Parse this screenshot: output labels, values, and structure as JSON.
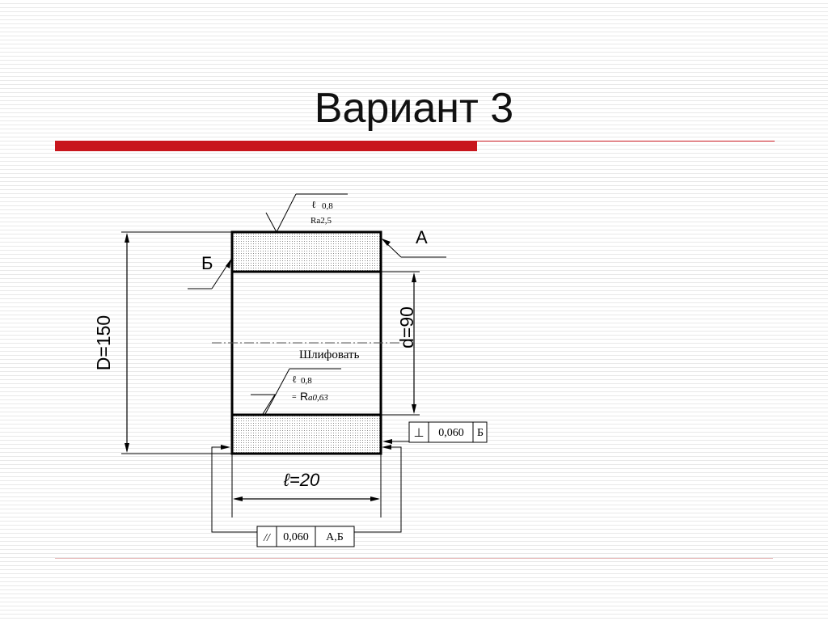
{
  "slide": {
    "title": "Вариант 3"
  },
  "drawing": {
    "labels": {
      "A": "А",
      "B": "Б",
      "D": "D=150",
      "d": "d=90",
      "l": "ℓ=20"
    },
    "note": "Шлифовать",
    "roughness_top": {
      "sym": "ℓ",
      "value": "0,8",
      "ra": "Ra2,5"
    },
    "roughness_inner": {
      "sym": "ℓ",
      "value": "0,8",
      "prefix": "=",
      "r": "R",
      "ra": "a0,63"
    },
    "tolerances": {
      "perpendicularity": {
        "symbol": "⊥",
        "value": "0,060",
        "datum": "Б"
      },
      "parallelism": {
        "symbol": "//",
        "value": "0,060",
        "datum": "А,Б"
      }
    }
  }
}
